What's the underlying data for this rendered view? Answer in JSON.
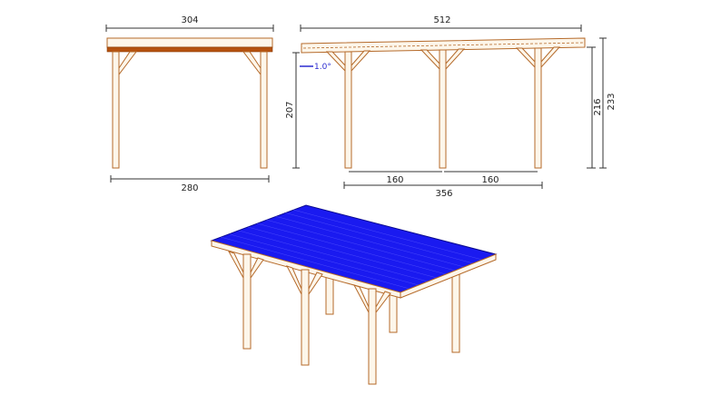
{
  "front_view": {
    "width_top": "304",
    "width_bottom": "280"
  },
  "side_view": {
    "length_top": "512",
    "post_height_left": "207",
    "height_right_inner": "216",
    "height_right_outer": "233",
    "span_1": "160",
    "span_2": "160",
    "post_span_total": "356",
    "roof_slope": "1.0°"
  },
  "colors": {
    "wood_outline": "#b56a2a",
    "wood_fill": "#fdf6ea",
    "beam": "#b5520f",
    "roof_panel": "#1a1af0",
    "slope_marker": "#2b2bd0"
  }
}
